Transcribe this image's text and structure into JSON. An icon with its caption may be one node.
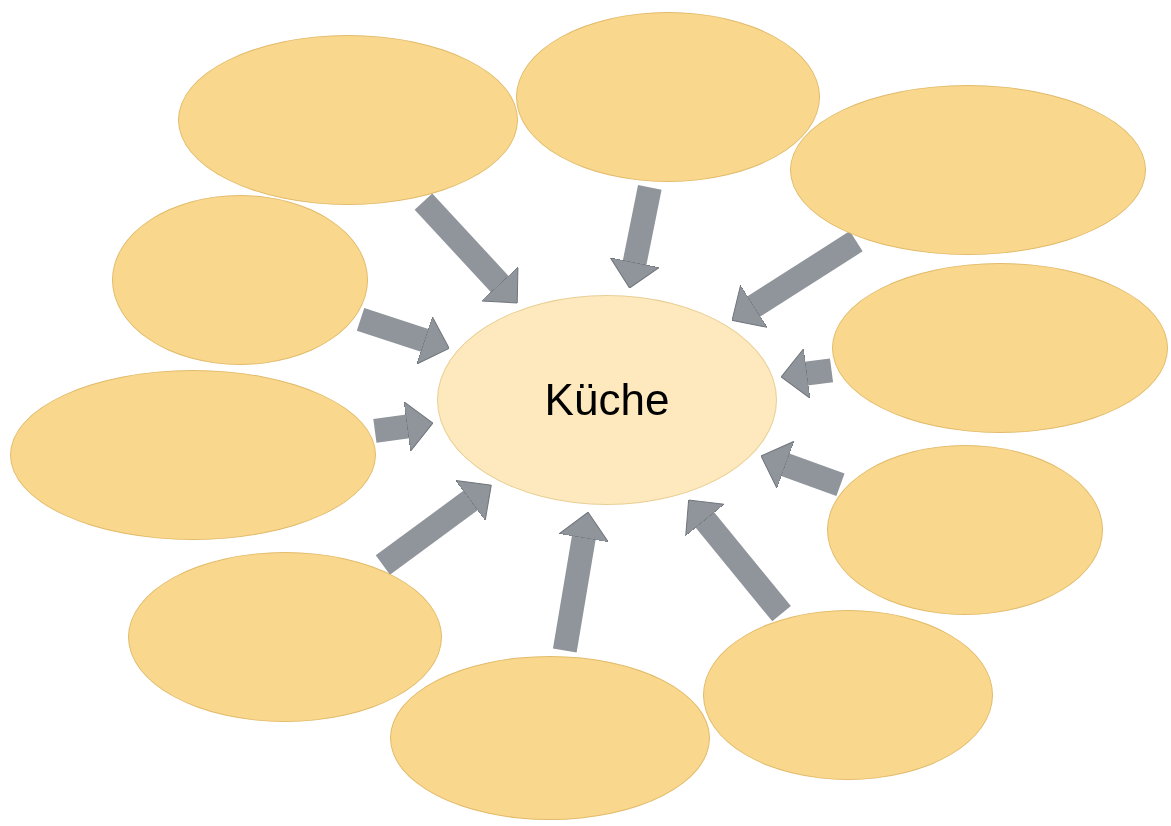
{
  "diagram": {
    "nodes": [
      {
        "text": [
          "Küche"
        ]
      },
      {
        "text": [],
        "shape": "ellipse"
      },
      {
        "text": [],
        "shape": "ellipse"
      },
      {
        "text": [],
        "shape": "ellipse"
      },
      {
        "text": [],
        "shape": "ellipse"
      },
      {
        "text": [],
        "shape": "ellipse"
      },
      {
        "text": [],
        "shape": "ellipse"
      },
      {
        "text": [],
        "shape": "ellipse"
      },
      {
        "text": [],
        "shape": "ellipse"
      },
      {
        "text": [],
        "shape": "ellipse"
      },
      {
        "text": [],
        "shape": "ellipse"
      }
    ],
    "edges": [
      {
        "from": 1,
        "to": 0,
        "arrow": "to"
      },
      {
        "from": 2,
        "to": 0,
        "arrow": "to"
      },
      {
        "from": 3,
        "to": 0,
        "arrow": "to"
      },
      {
        "from": 4,
        "to": 0,
        "arrow": "to"
      },
      {
        "from": 5,
        "to": 0,
        "arrow": "to"
      },
      {
        "from": 6,
        "to": 0,
        "arrow": "to"
      },
      {
        "from": 7,
        "to": 0,
        "arrow": "to"
      },
      {
        "from": 8,
        "to": 0,
        "arrow": "to"
      },
      {
        "from": 9,
        "to": 0,
        "arrow": "to"
      },
      {
        "from": 10,
        "to": 0,
        "arrow": "to"
      }
    ]
  }
}
